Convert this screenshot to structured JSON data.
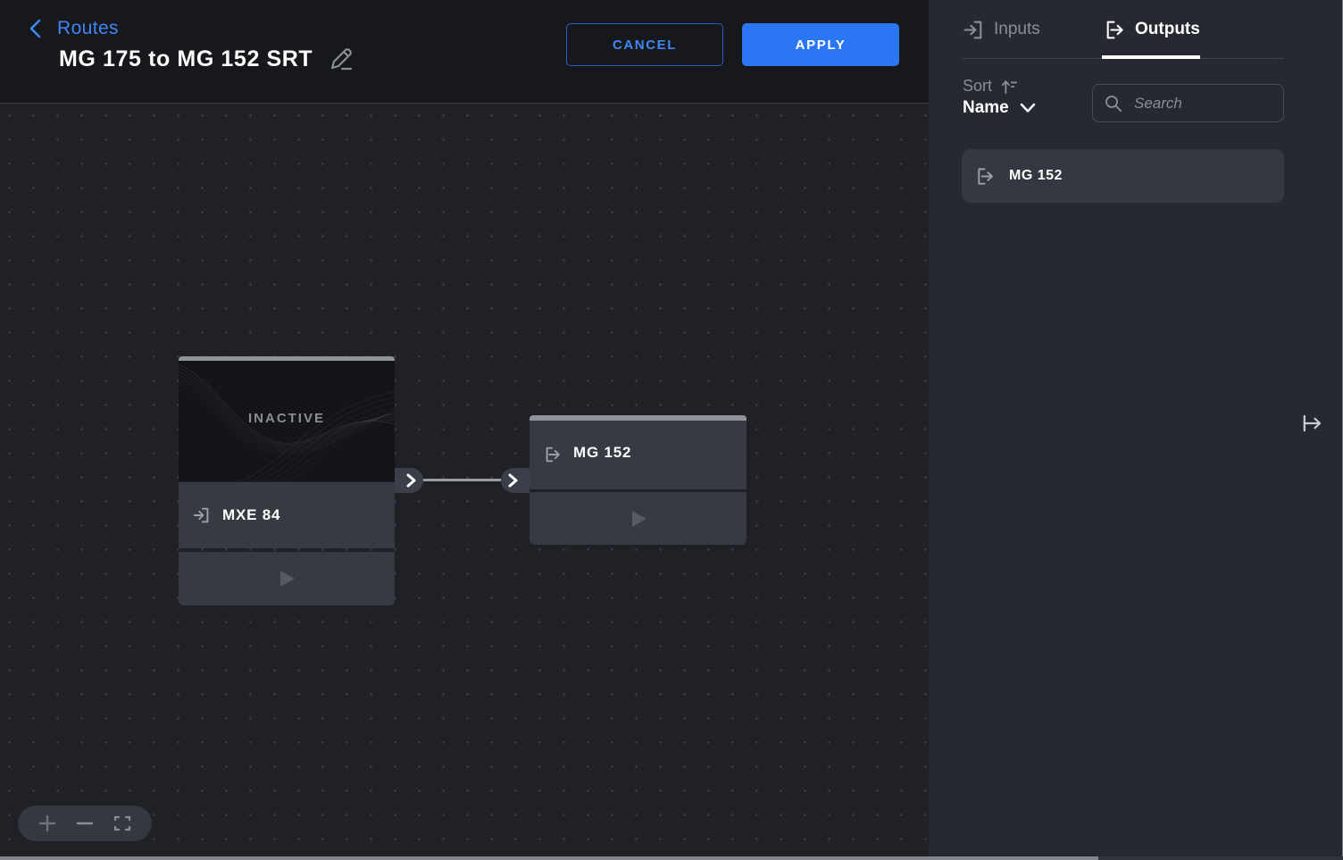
{
  "header": {
    "back_label": "Routes",
    "title": "MG 175 to MG 152 SRT",
    "cancel_label": "CANCEL",
    "apply_label": "APPLY"
  },
  "sidebar": {
    "tabs": [
      {
        "label": "Inputs",
        "icon": "input-icon",
        "active": false
      },
      {
        "label": "Outputs",
        "icon": "output-icon",
        "active": true
      }
    ],
    "sort_label": "Sort",
    "sort_value": "Name",
    "search_placeholder": "Search",
    "items": [
      {
        "label": "MG 152",
        "icon": "output-icon"
      }
    ]
  },
  "canvas": {
    "nodes": [
      {
        "label": "MXE 84",
        "type": "input",
        "status": "INACTIVE",
        "has_thumbnail": true
      },
      {
        "label": "MG 152",
        "type": "output",
        "has_thumbnail": false
      }
    ],
    "connection": {
      "from": "MXE 84",
      "to": "MG 152"
    },
    "zoom_controls": [
      "zoom-in",
      "zoom-out",
      "fit-screen"
    ]
  },
  "icons": {
    "input": "arrow-into-bracket",
    "output": "arrow-out-of-bracket",
    "edit": "pencil",
    "sort": "arrow-up-with-lines",
    "maps_to": "bar-arrow-right"
  },
  "colors": {
    "accent_blue": "#2B76F2",
    "link_blue": "#3F87F5",
    "header_bg": "#17181C",
    "canvas_bg": "#1F2126",
    "sidebar_bg": "#262932",
    "node_band": "#363A43",
    "accent_bar": "#90939A",
    "muted_text": "#8B8E96"
  }
}
